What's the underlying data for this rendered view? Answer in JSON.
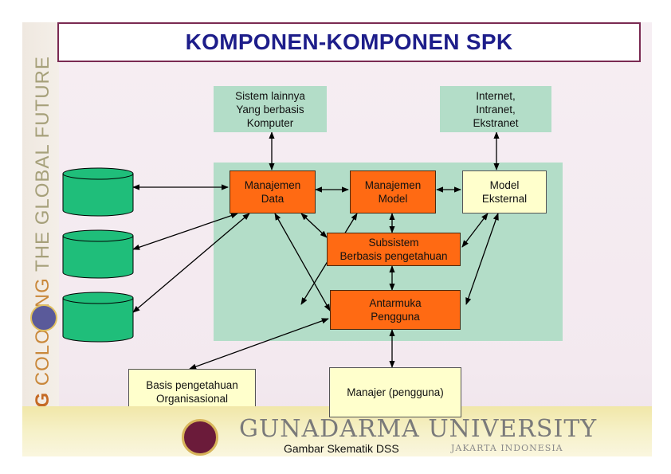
{
  "title": "KOMPONEN-KOMPONEN SPK",
  "side_banner": {
    "ug": "UG",
    "coloring": "COLORING",
    "rest": "THE GLOBAL FUTURE"
  },
  "nodes": {
    "sistem_lainnya": "Sistem lainnya\nYang berbasis\nKomputer",
    "internet": "Internet,\nIntranet,\nEkstranet",
    "manajemen_data": "Manajemen\nData",
    "manajemen_model": "Manajemen\nModel",
    "model_eksternal": "Model\nEksternal",
    "subsistem": "Subsistem\nBerbasis pengetahuan",
    "antarmuka": "Antarmuka\nPengguna",
    "basis_pengetahuan": "Basis pengetahuan\nOrganisasional",
    "manajer": "Manajer (pengguna)"
  },
  "caption": "Gambar Skematik DSS",
  "university": {
    "name": "GUNADARMA UNIVERSITY",
    "location": "JAKARTA INDONESIA"
  },
  "colors": {
    "title": "#1d1d8a",
    "panel": "#b3ddc8",
    "orange": "#ff6a13",
    "yellow": "#ffffcc",
    "cylinder": "#1fbe7a"
  }
}
